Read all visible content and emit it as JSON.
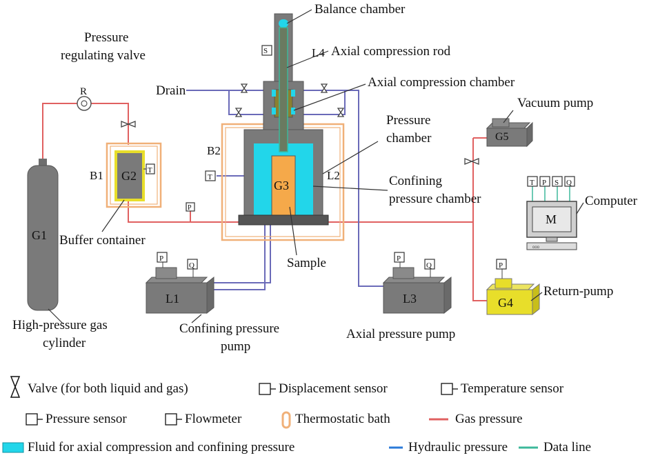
{
  "labels": {
    "balance_chamber": "Balance chamber",
    "pressure_regulating_valve_1": "Pressure",
    "pressure_regulating_valve_2": "regulating valve",
    "regulator_symbol": "R",
    "l4_axial_rod": "Axial compression rod",
    "l4": "L4",
    "drain": "Drain",
    "axial_compression_chamber": "Axial compression chamber",
    "vacuum_pump": "Vacuum pump",
    "pressure_chamber_1": "Pressure",
    "pressure_chamber_2": "chamber",
    "b2": "B2",
    "b1": "B1",
    "l2": "L2",
    "confining_pressure_chamber_1": "Confining",
    "confining_pressure_chamber_2": "pressure chamber",
    "computer": "Computer",
    "buffer_container": "Buffer container",
    "sample": "Sample",
    "return_pump": "Return-pump",
    "high_pressure_gas_1": "High-pressure gas",
    "high_pressure_gas_2": "cylinder",
    "confining_pressure_pump_1": "Confining pressure",
    "confining_pressure_pump_2": "pump",
    "axial_pressure_pump": "Axial pressure pump"
  },
  "components": {
    "g1": "G1",
    "g2": "G2",
    "g3": "G3",
    "g4": "G4",
    "g5": "G5",
    "l1": "L1",
    "l3": "L3",
    "m": "M"
  },
  "sensors": {
    "S": "S",
    "T": "T",
    "P": "P",
    "Q": "Q"
  },
  "legend": {
    "valve": "Valve (for both liquid and gas)",
    "displacement": "Displacement sensor",
    "temperature": "Temperature sensor",
    "pressure": "Pressure sensor",
    "flowmeter": "Flowmeter",
    "thermostatic": "Thermostatic bath",
    "gas": "Gas pressure",
    "fluid": "Fluid for axial compression and confining pressure",
    "hydraulic": "Hydraulic pressure",
    "data": "Data line"
  },
  "colors": {
    "gas_line": "#e06060",
    "hydraulic_line": "#6a6ab8",
    "data_line": "#3cb89a",
    "fluid": "#22d6ea",
    "thermostatic": "#f0b078",
    "equipment_gray": "#7a7a7a",
    "sample_orange": "#f5a94a",
    "pump_yellow": "#e8de2a"
  }
}
